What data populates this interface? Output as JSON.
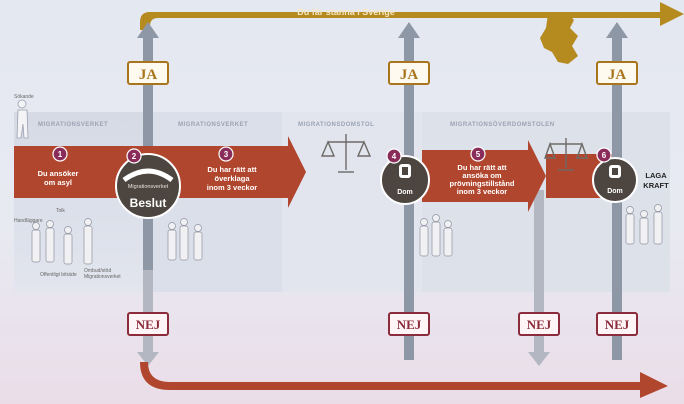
{
  "top_banner": "Du får stanna i Sverige",
  "yes_label": "JA",
  "no_label": "NEJ",
  "phases": [
    "MIGRATIONSVERKET",
    "MIGRATIONSVERKET",
    "MIGRATIONSDOMSTOL",
    "MIGRATIONSÖVERDOMSTOLEN"
  ],
  "steps": [
    {
      "number": "1",
      "text_lines": [
        "Du ansöker",
        "om asyl"
      ]
    },
    {
      "number": "2",
      "title": "Migrationsverket",
      "text": "Beslut"
    },
    {
      "number": "3",
      "text_lines": [
        "Du har rätt att",
        "överklaga",
        "inom 3 veckor"
      ]
    },
    {
      "number": "4",
      "text": "Dom"
    },
    {
      "number": "5",
      "text_lines": [
        "Du har rätt att",
        "ansöka om",
        "prövningstillstånd",
        "inom 3 veckor"
      ]
    },
    {
      "number": "6",
      "text": "Dom"
    }
  ],
  "final_label_lines": [
    "LAGA",
    "KRAFT"
  ],
  "figure_labels": {
    "applicant": "Sökande",
    "officials": [
      "Tolk",
      "Handläggare",
      "Offentligt biträde",
      "Ombud/stöd",
      "Migrationsverket"
    ]
  },
  "colors": {
    "arrow_red": "#b1462e",
    "node_dark": "#4d4640",
    "step_circle": "#8a2c5a",
    "gold": "#b58a1f",
    "yes_arrow": "#8e97a6",
    "no_arrow": "#b2b7c2"
  }
}
